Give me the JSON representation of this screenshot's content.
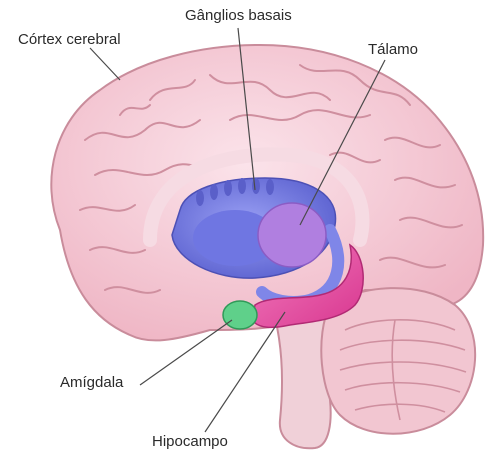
{
  "labels": {
    "cortex": "Córtex cerebral",
    "ganglios": "Gânglios basais",
    "talamo": "Tálamo",
    "amigdala": "Amígdala",
    "hipocampo": "Hipocampo"
  },
  "colors": {
    "cortex": "#f4c9d3",
    "cortex_outline": "#c98c9b",
    "gyri": "#cf8f9f",
    "brainstem": "#f0d0d8",
    "cerebellum": "#f2c6d1",
    "ganglios": "#7f86e8",
    "ganglios_dark": "#5a5fc9",
    "talamo": "#b07fe0",
    "hipocampo": "#ea4fa6",
    "amigdala": "#5fd08a",
    "leader": "#4a4a4a"
  }
}
